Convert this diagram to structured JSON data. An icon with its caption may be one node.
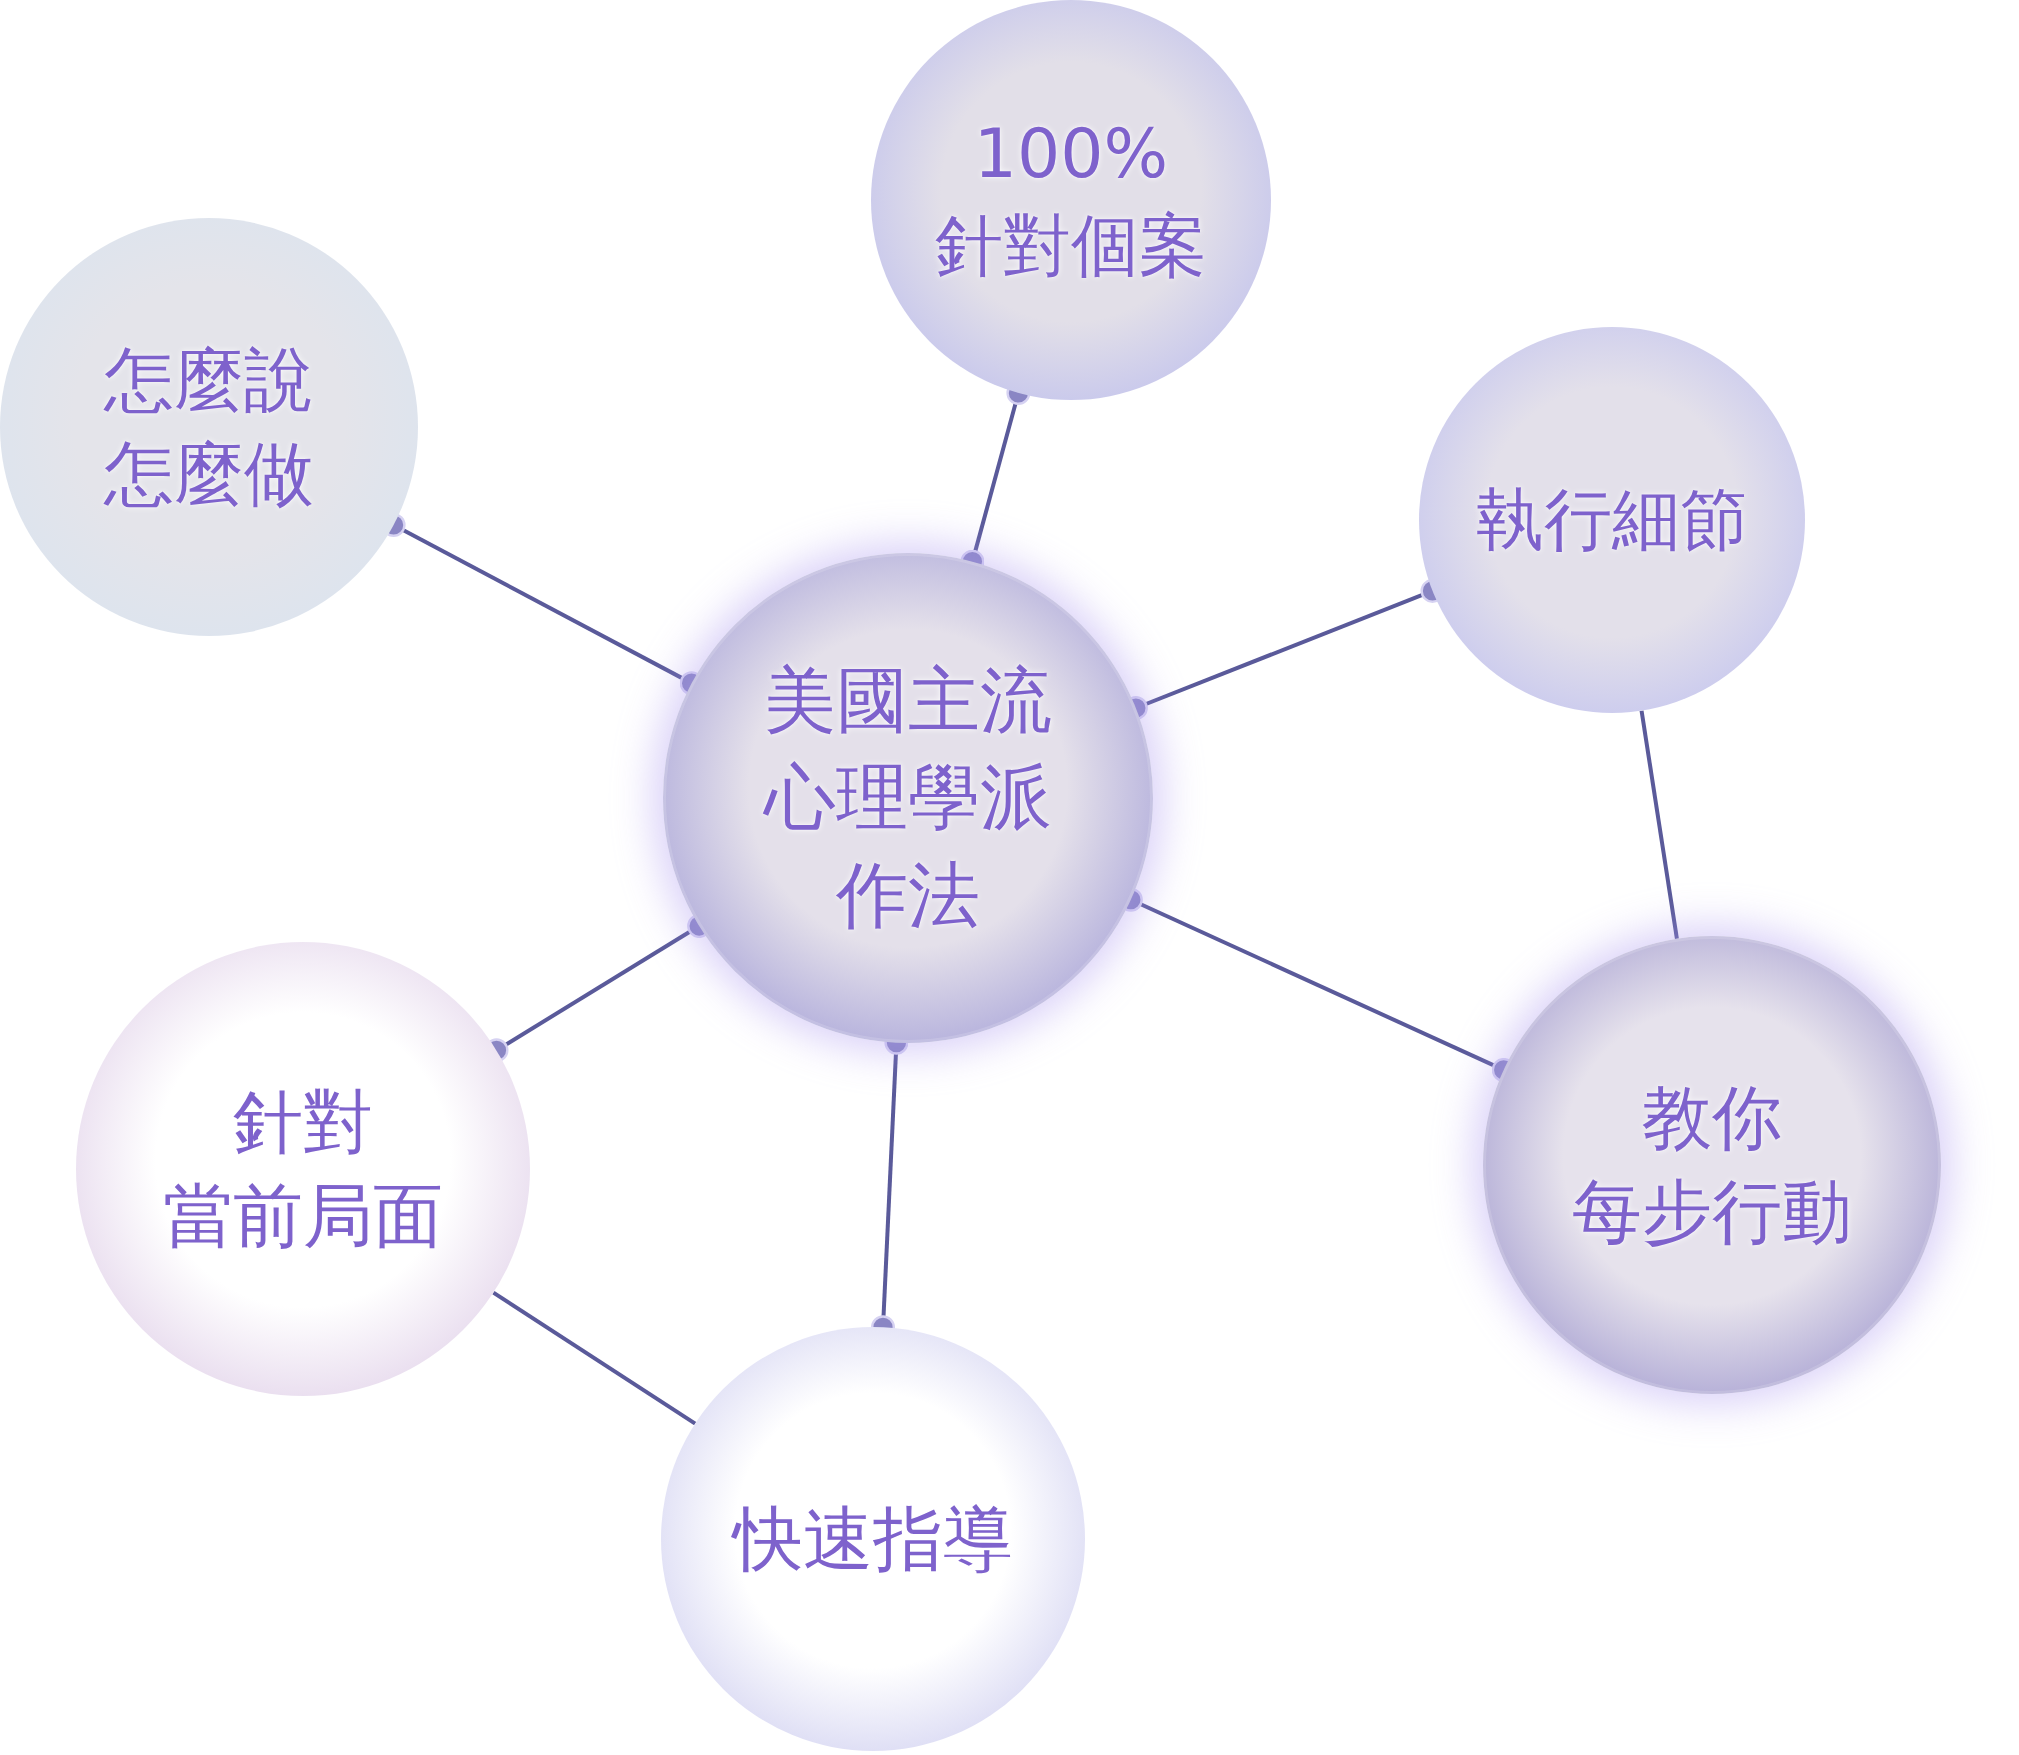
{
  "diagram": {
    "nodes": [
      {
        "text": [
          "美國主流心理學派作法"
        ]
      },
      {
        "text": [
          "100%",
          "針對個案"
        ]
      },
      {
        "text": [
          "怎麼說怎麼做"
        ]
      },
      {
        "text": [
          "執行細節"
        ]
      },
      {
        "text": [
          "教你",
          "每步行動"
        ]
      },
      {
        "text": [
          "針對",
          "當前局面"
        ]
      },
      {
        "text": [
          "快速指導"
        ]
      }
    ],
    "edges": [
      {
        "from": 0,
        "to": 1,
        "arrow": "other"
      },
      {
        "from": 0,
        "to": 2,
        "arrow": "other"
      },
      {
        "from": 0,
        "to": 3,
        "arrow": "other"
      },
      {
        "from": 0,
        "to": 4,
        "arrow": "other"
      },
      {
        "from": 0,
        "to": 5,
        "arrow": "other"
      },
      {
        "from": 0,
        "to": 6,
        "arrow": "other"
      },
      {
        "from": 3,
        "to": 4,
        "arrow": "none"
      },
      {
        "from": 5,
        "to": 6,
        "arrow": "none"
      }
    ]
  }
}
